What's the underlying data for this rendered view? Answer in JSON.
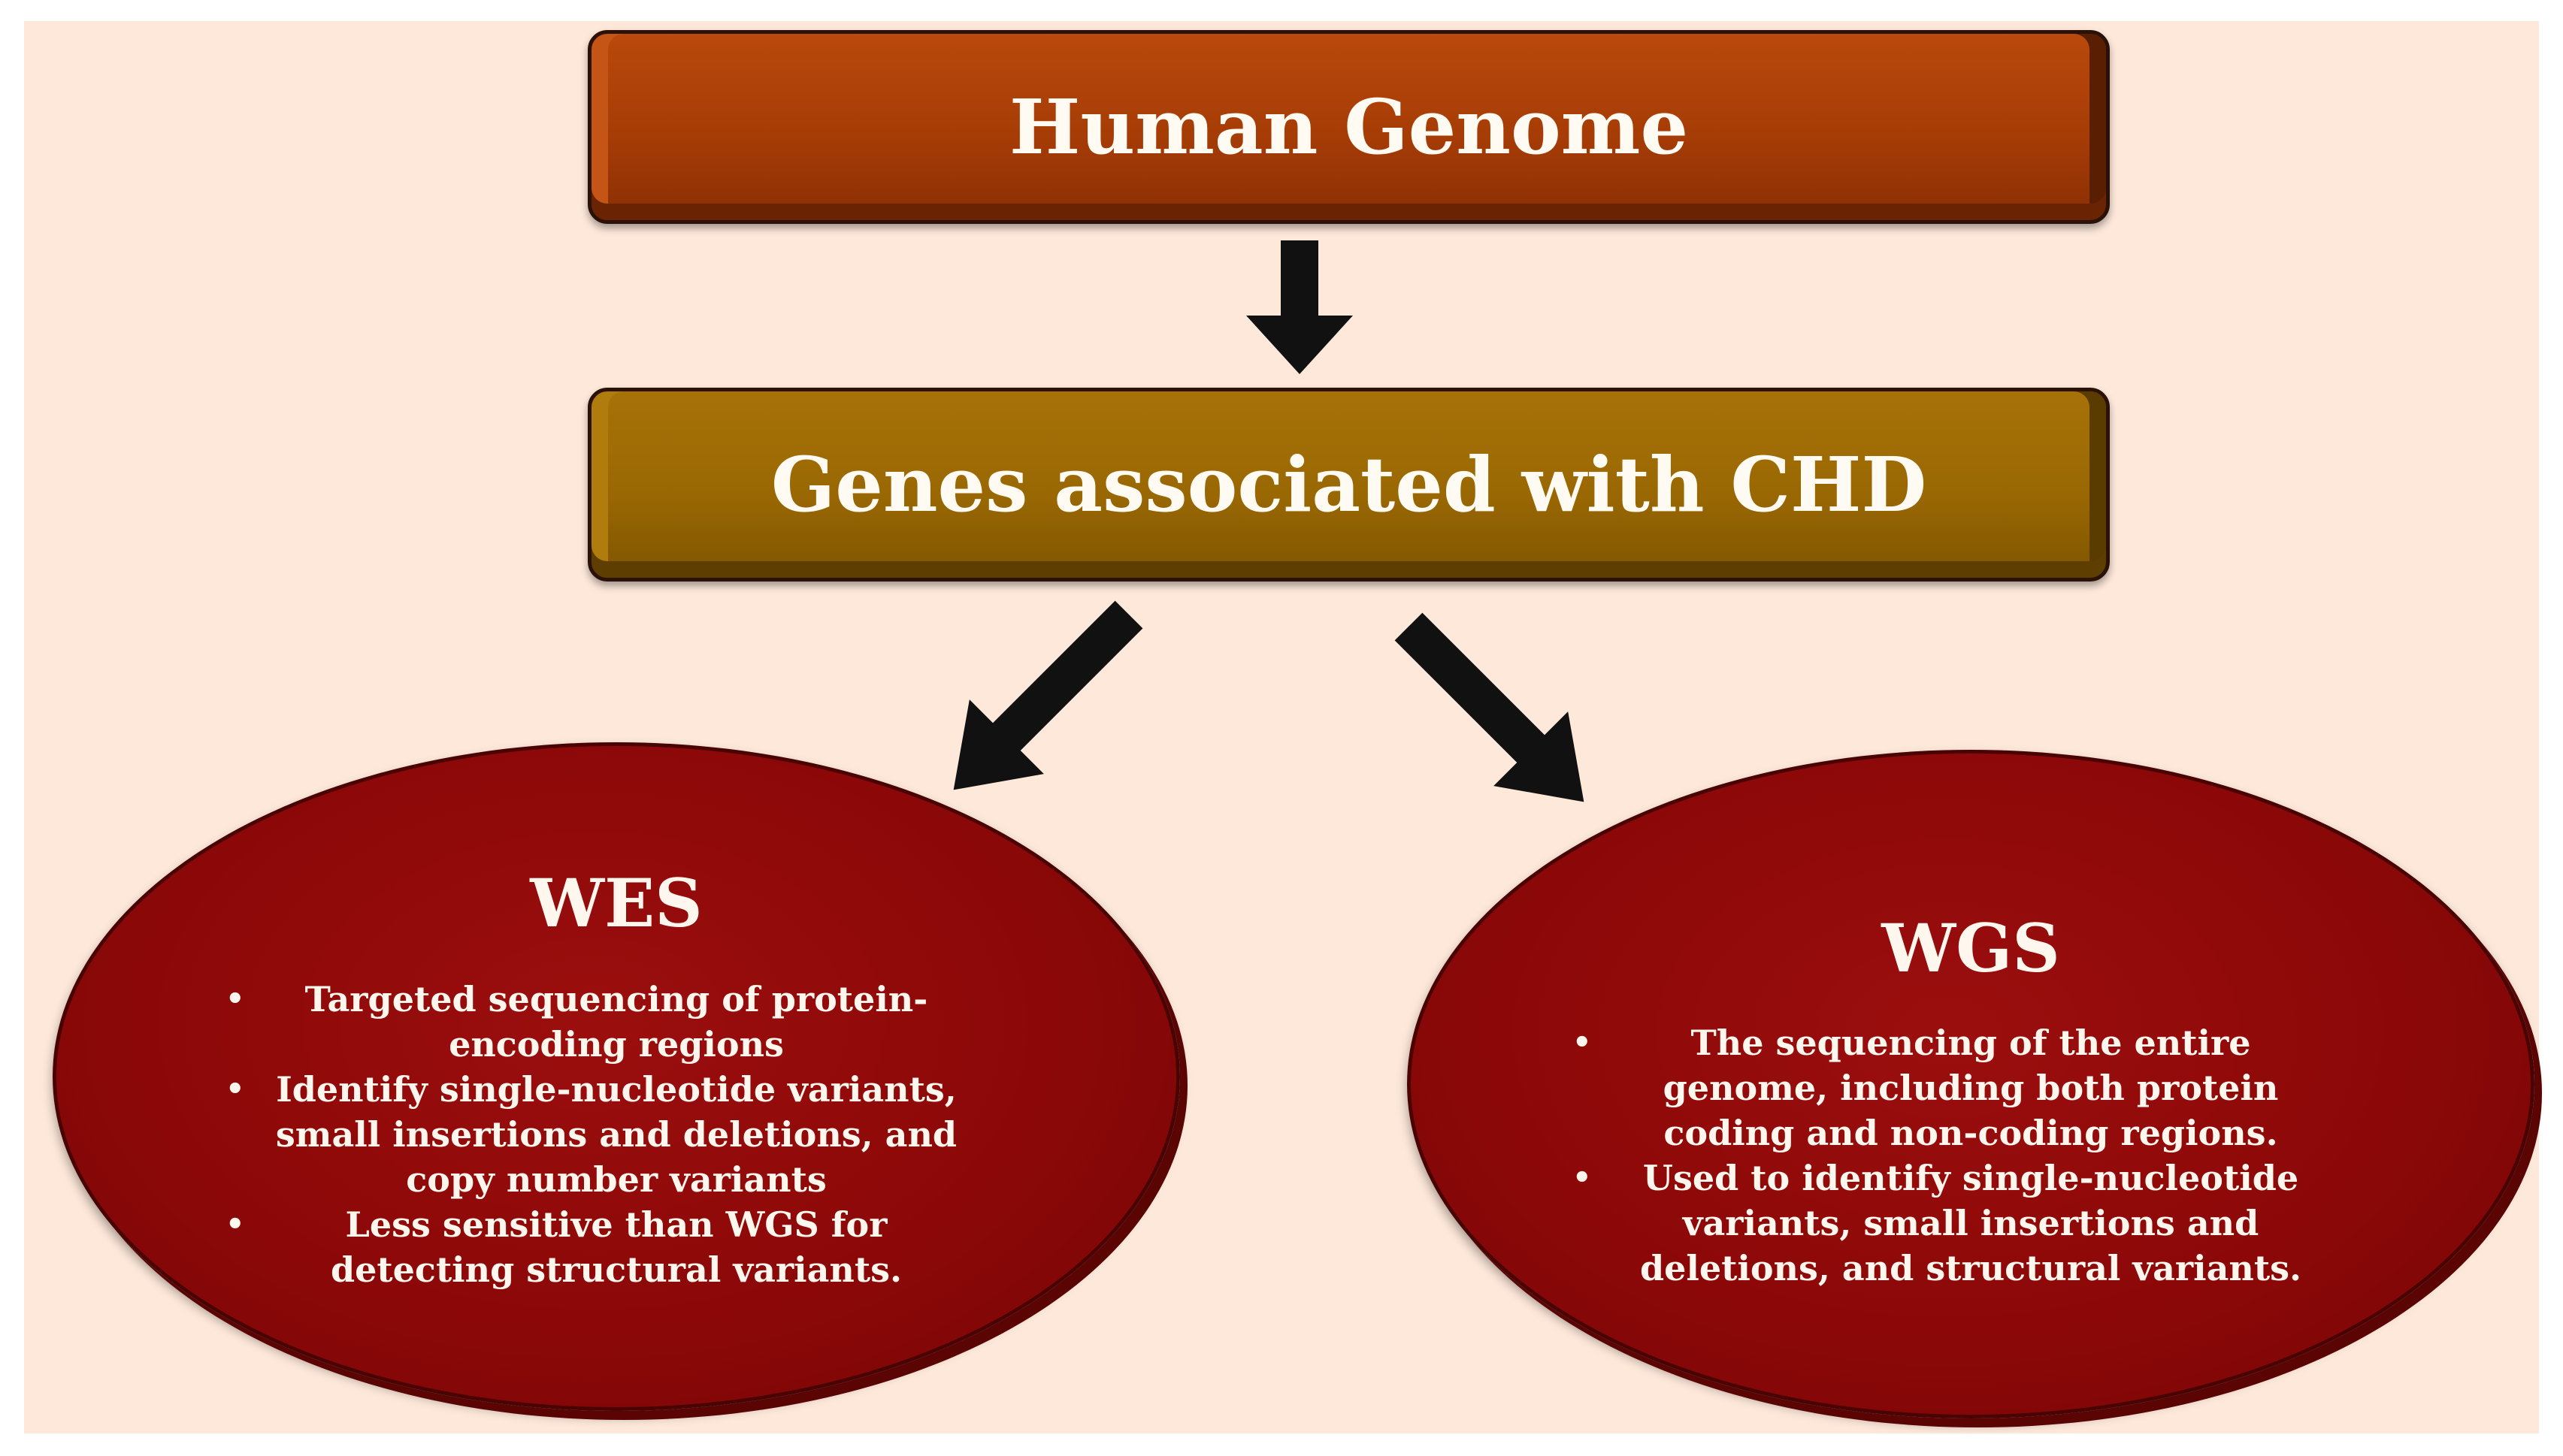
{
  "diagram": {
    "top_box": {
      "label": "Human Genome"
    },
    "middle_box": {
      "label": "Genes associated with CHD"
    },
    "left_node": {
      "title": "WES",
      "bullets": [
        "Targeted sequencing of protein-encoding regions",
        "Identify single-nucleotide variants, small insertions and deletions, and copy number variants",
        "Less sensitive than WGS for detecting structural variants."
      ]
    },
    "right_node": {
      "title": "WGS",
      "bullets": [
        "The sequencing of the entire genome, including both protein coding and non-coding regions.",
        "Used to identify single-nucleotide variants, small insertions and deletions, and structural variants."
      ]
    },
    "colors": {
      "background": "#fde8da",
      "top_box": "#a63c06",
      "middle_box": "#9a6803",
      "ellipse": "#8c0808",
      "arrow": "#111111"
    }
  }
}
